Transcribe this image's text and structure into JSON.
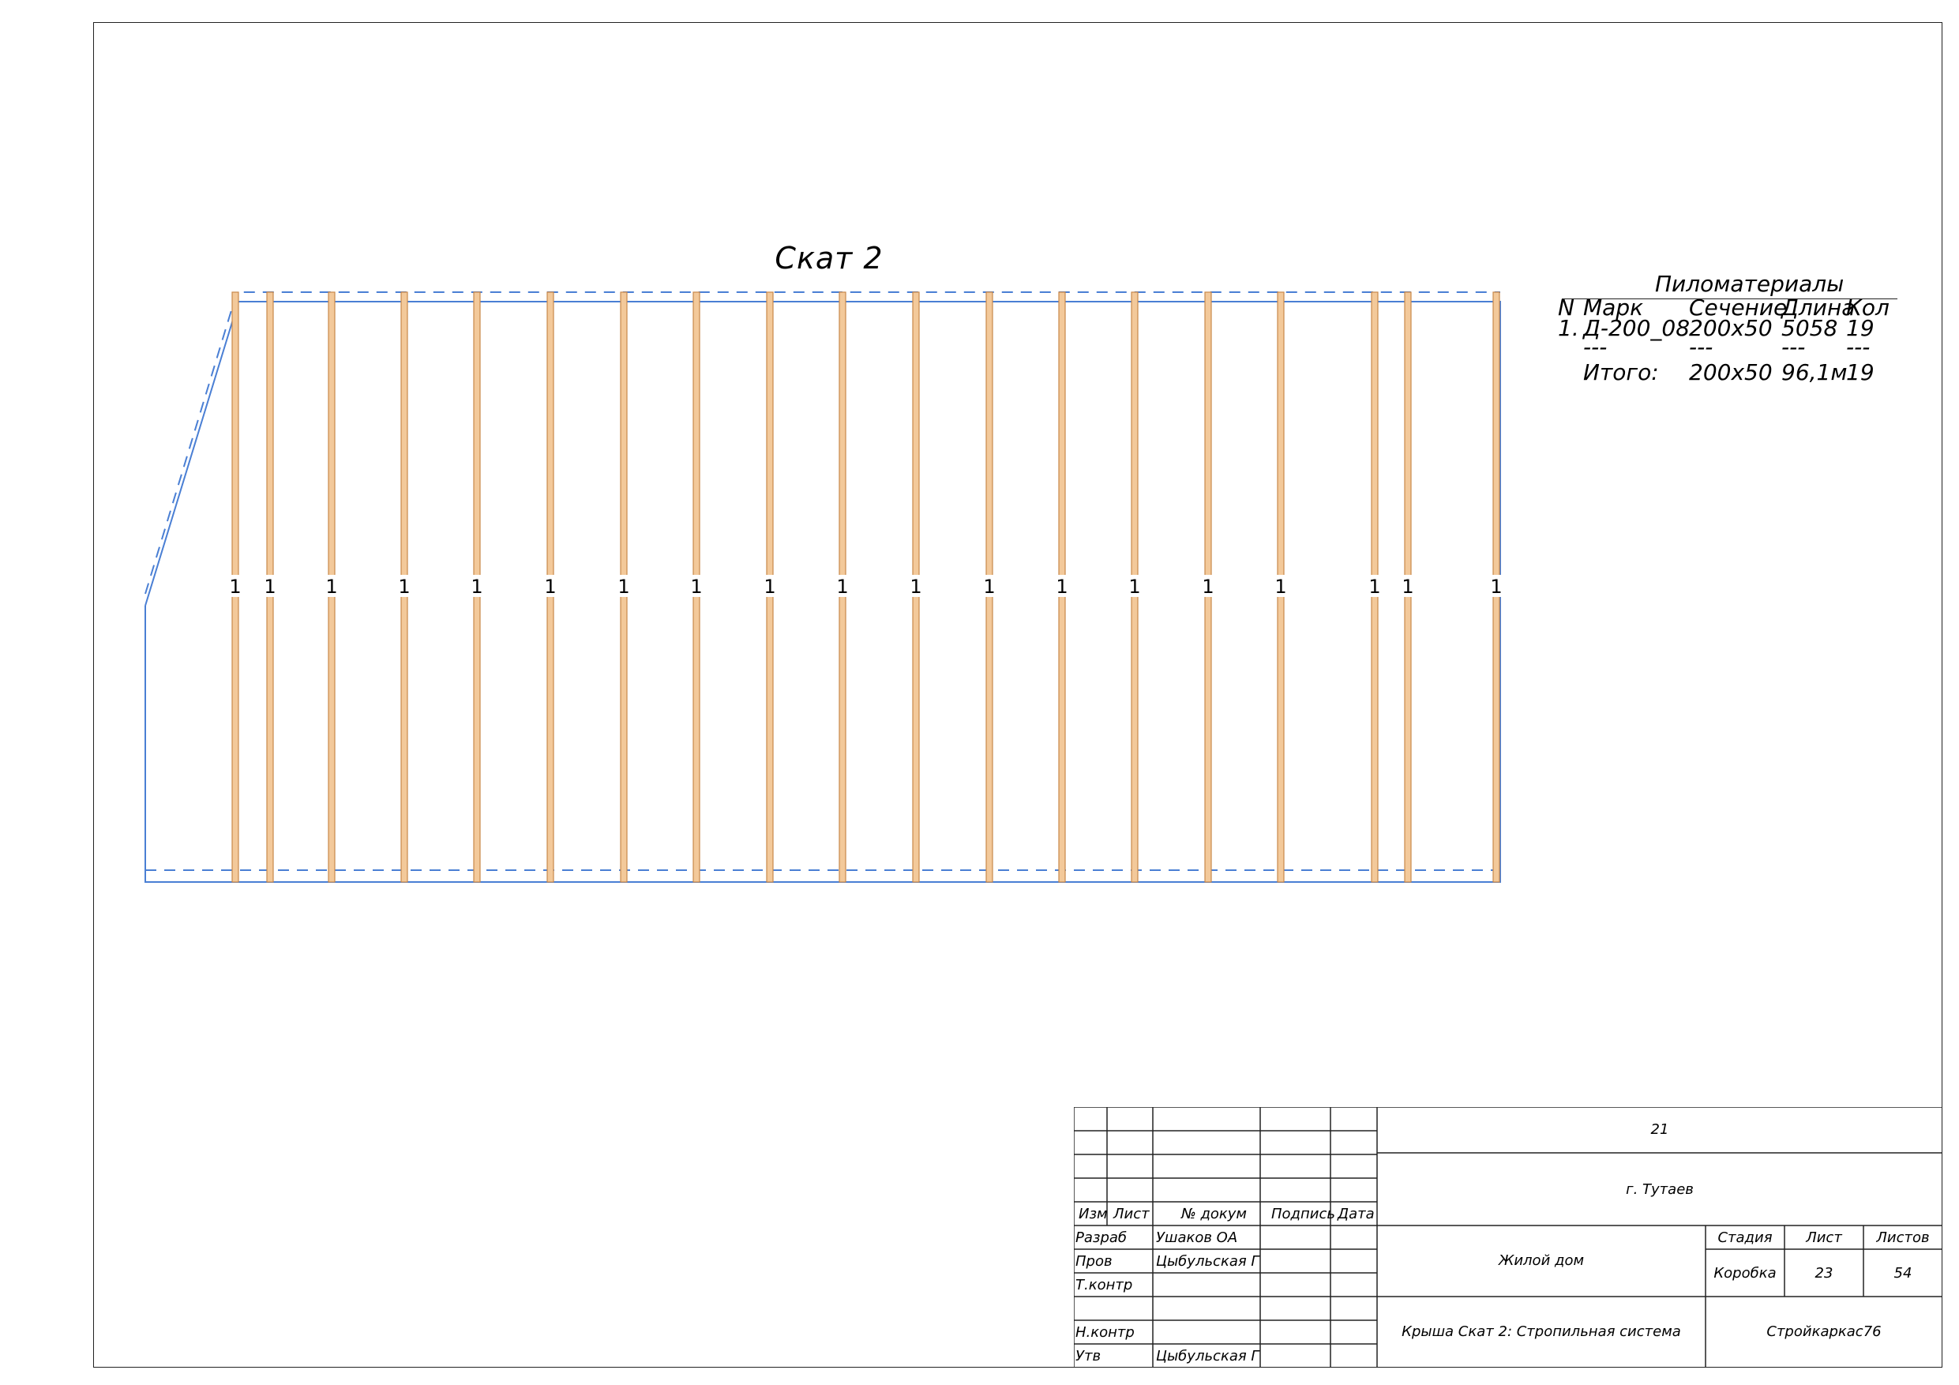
{
  "drawing": {
    "title": "Скат 2",
    "rafter_mark": "1",
    "rafter_count": 19
  },
  "lumber_table": {
    "title": "Пиломатериалы",
    "headers": [
      "N",
      "Марк",
      "Сечение",
      "Длина",
      "Кол"
    ],
    "rows": [
      {
        "n": "1.",
        "mark": "Д-200_08",
        "section": "200x50",
        "length": "5058",
        "qty": "19"
      }
    ],
    "separator": [
      "---",
      "---",
      "---",
      "---"
    ],
    "total": {
      "label": "Итого:",
      "section": "200x50",
      "length": "96,1м",
      "qty": "19"
    }
  },
  "title_block": {
    "header_labels": [
      "Изм",
      "Лист",
      "№ докум",
      "Подпись",
      "Дата"
    ],
    "roles": [
      {
        "role": "Разраб",
        "name": "Ушаков ОА"
      },
      {
        "role": "Пров",
        "name": "Цыбульская Г"
      },
      {
        "role": "Т.контр",
        "name": ""
      },
      {
        "role": "",
        "name": ""
      },
      {
        "role": "Н.контр",
        "name": ""
      },
      {
        "role": "Утв",
        "name": "Цыбульская Г"
      }
    ],
    "code": "21",
    "city": "г. Тутаев",
    "object": "Жилой дом",
    "sheet_title": "Крыша Скат 2: Стропильная система",
    "stage_label": "Стадия",
    "sheet_label": "Лист",
    "sheets_label": "Листов",
    "stage": "Коробка",
    "sheet": "23",
    "sheets": "54",
    "company": "Стройкаркас76"
  },
  "colors": {
    "outline": "#4a7fd4",
    "rafter_fill": "#f3c99a",
    "rafter_edge": "#c8884a",
    "frame": "#222222"
  }
}
